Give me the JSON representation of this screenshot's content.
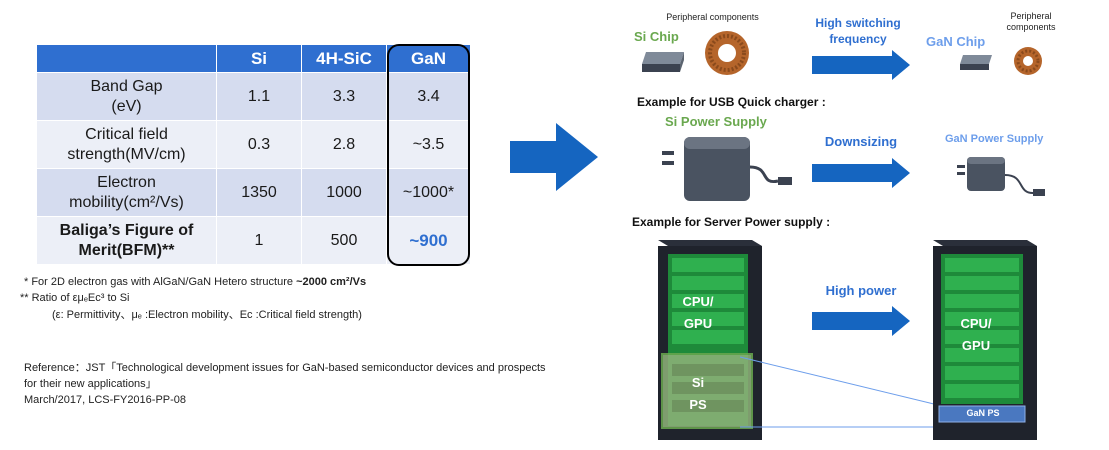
{
  "table": {
    "headers": [
      "",
      "Si",
      "4H-SiC",
      "GaN"
    ],
    "rows": [
      {
        "prop_line1": "Band Gap",
        "prop_line2": "(eV)",
        "si": "1.1",
        "sic": "3.3",
        "gan": "3.4"
      },
      {
        "prop_line1": "Critical field",
        "prop_line2": "strength(MV/cm)",
        "si": "0.3",
        "sic": "2.8",
        "gan": "~3.5"
      },
      {
        "prop_line1": "Electron",
        "prop_line2": "mobility(cm²/Vs)",
        "si": "1350",
        "sic": "1000",
        "gan": "~1000*"
      },
      {
        "prop_line1": "Baliga’s Figure of",
        "prop_line2": "Merit(BFM)**",
        "si": "1",
        "sic": "500",
        "gan": "~900"
      }
    ]
  },
  "notes": {
    "note1_prefix": "*   For 2D electron gas with AlGaN/GaN Hetero  structure ",
    "note1_value": "~2000 cm²/Vs",
    "note2": "** Ratio of εμₑEc³ to Si",
    "note3": "(ε: Permittivity、μₑ :Electron mobility、Ec :Critical field  strength)"
  },
  "reference": {
    "line1": "Reference：JST「Technological development  issues for GaN-based semiconductor devices and prospects",
    "line2": "for their new applications」",
    "line3": "March/2017, LCS-FY2016-PP-08"
  },
  "chips": {
    "si_chip": "Si Chip",
    "peripheral_left": "Peripheral components",
    "arrow_label_1": "High switching",
    "arrow_label_2": "frequency",
    "gan_chip": "GaN Chip",
    "peripheral_right_1": "Peripheral",
    "peripheral_right_2": "components"
  },
  "usb": {
    "title": "Example for USB Quick charger :",
    "si_ps": "Si Power Supply",
    "arrow_label": "Downsizing",
    "gan_ps": "GaN Power Supply"
  },
  "server": {
    "title": "Example for Server Power supply :",
    "arrow_label": "High power",
    "left_cpu_1": "CPU/",
    "left_cpu_2": "GPU",
    "left_si_1": "Si",
    "left_si_2": "PS",
    "right_cpu_1": "CPU/",
    "right_cpu_2": "GPU",
    "gan_ps": "GaN PS"
  },
  "colors": {
    "blue_accent": "#2f6fd0",
    "green_label": "#6aa84f",
    "light_blue_label": "#6d9eeb",
    "server_green": "#1e8a3a"
  }
}
